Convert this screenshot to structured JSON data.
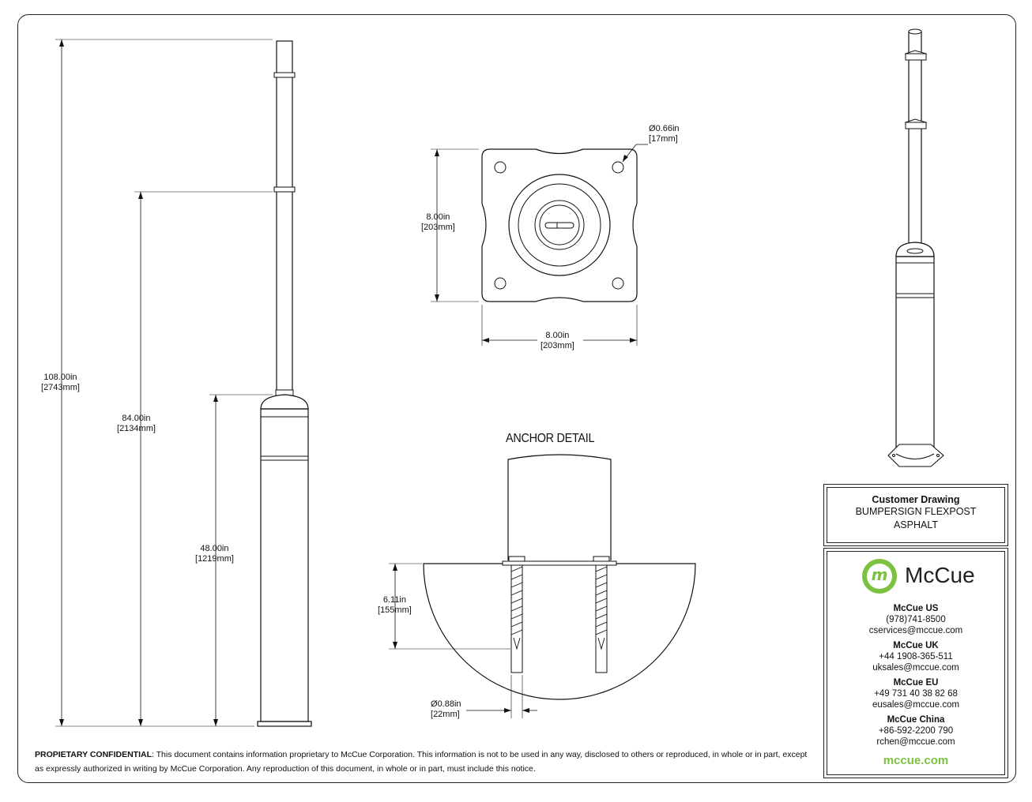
{
  "dims": {
    "h108": {
      "in": "108.00in",
      "mm": "2743mm"
    },
    "h84": {
      "in": "84.00in",
      "mm": "2134mm"
    },
    "h48": {
      "in": "48.00in",
      "mm": "1219mm"
    },
    "plate_h": {
      "in": "8.00in",
      "mm": "203mm"
    },
    "plate_w": {
      "in": "8.00in",
      "mm": "203mm"
    },
    "hole": {
      "in": "0.66in",
      "mm": "17mm"
    },
    "anchor_depth": {
      "in": "6.11in",
      "mm": "155mm"
    },
    "anchor_dia": {
      "in": "0.88in",
      "mm": "22mm"
    }
  },
  "anchor_title": "ANCHOR DETAIL",
  "diameter_symbol": "Ø",
  "title_block": {
    "heading": "Customer Drawing",
    "line1": "BUMPERSIGN FLEXPOST",
    "line2": "ASPHALT"
  },
  "logo": {
    "mark": "m",
    "name": "McCue",
    "color": "#7dc141"
  },
  "offices": [
    {
      "name": "McCue US",
      "phone": "(978)741-8500",
      "email": "cservices@mccue.com"
    },
    {
      "name": "McCue UK",
      "phone": "+44 1908-365-511",
      "email": "uksales@mccue.com"
    },
    {
      "name": "McCue EU",
      "phone": "+49 731 40 38 82 68",
      "email": "eusales@mccue.com"
    },
    {
      "name": "McCue China",
      "phone": "+86-592-2200 790",
      "email": "rchen@mccue.com"
    }
  ],
  "website": "mccue.com",
  "notice": {
    "label": "PROPIETARY CONFIDENTIAL",
    "text": ": This document contains information proprietary to McCue Corporation. This information is not to be used in any way, disclosed to others or reproduced, in whole or in part, except as expressly authorized in writing by McCue Corporation. Any reproduction of this document, in whole or in part, must include this notice."
  }
}
